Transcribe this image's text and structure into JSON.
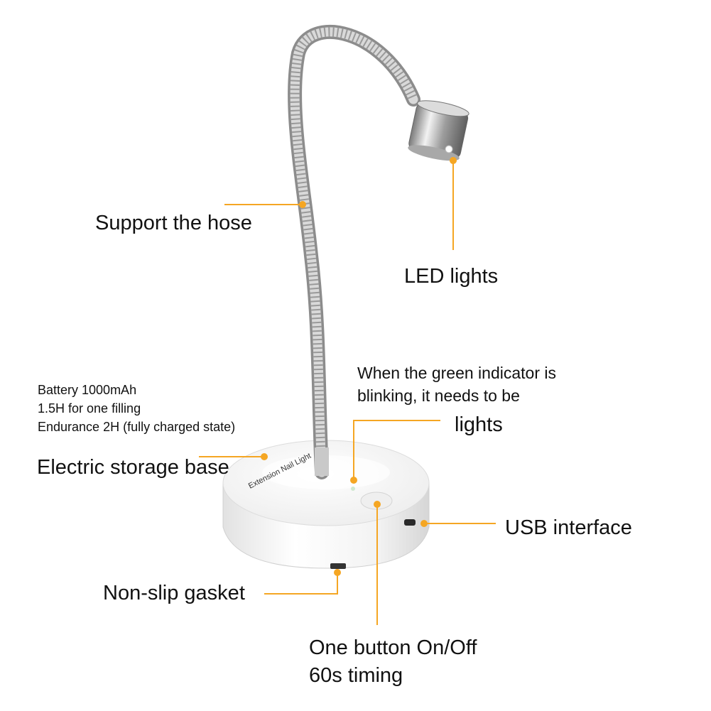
{
  "labels": {
    "support_hose": "Support the hose",
    "led_lights": "LED lights",
    "indicator_line1": "When the green indicator is",
    "indicator_line2": "blinking, it needs to be",
    "indicator_line3": "lights",
    "battery_line1": "Battery 1000mAh",
    "battery_line2": "1.5H for one filling",
    "battery_line3": "Endurance 2H (fully charged state)",
    "storage_base": "Electric storage base",
    "usb_interface": "USB interface",
    "non_slip_gasket": "Non-slip gasket",
    "button_line1": "One button On/Off",
    "button_line2": "60s timing"
  },
  "product": {
    "base_imprint": "Extension Nail Light"
  },
  "colors": {
    "callout": "#f5a623",
    "text": "#111111",
    "base": "#f4f4f4",
    "metal": "#b8b8b8"
  }
}
